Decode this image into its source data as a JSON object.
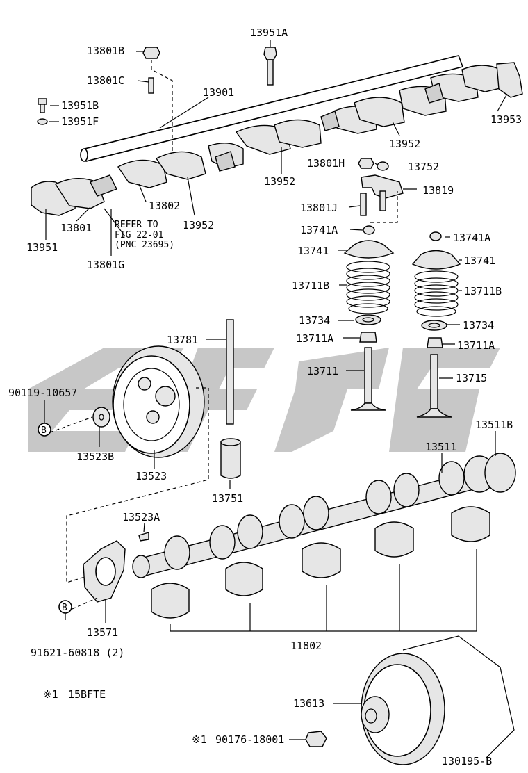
{
  "labels": {
    "p13951A": "13951A",
    "p13801B": "13801B",
    "p13801C": "13801C",
    "p13901": "13901",
    "p13951B": "13951B",
    "p13951F": "13951F",
    "p13953": "13953",
    "p13952a": "13952",
    "p13952b": "13952",
    "p13952c": "13952",
    "p13801H": "13801H",
    "p13752": "13752",
    "p13819": "13819",
    "p13802": "13802",
    "p13801": "13801",
    "p13951": "13951",
    "p13801G": "13801G",
    "p13801J": "13801J",
    "p13741Aa": "13741A",
    "p13741Ab": "13741A",
    "p13741a": "13741",
    "p13741b": "13741",
    "p13711Ba": "13711B",
    "p13711Bb": "13711B",
    "p13734a": "13734",
    "p13734b": "13734",
    "p13711Aa": "13711A",
    "p13711Ab": "13711A",
    "p13711": "13711",
    "p13715": "13715",
    "p13781": "13781",
    "p90119": "90119-10657",
    "p13523B": "13523B",
    "p13523": "13523",
    "p13751": "13751",
    "p13511": "13511",
    "p13511B": "13511B",
    "p13523A": "13523A",
    "p13571": "13571",
    "p91621": "91621-60818 (2)",
    "p11802": "11802",
    "p13613": "13613",
    "p90176": "90176-18001",
    "note_mark": "※1",
    "note_text": "15BFTE",
    "ref_line1": "REFER TO",
    "ref_line2": "FIG 22-01",
    "ref_line3": "(PNC 23695)",
    "circle_b": "B",
    "figure_code": "130195-B"
  }
}
